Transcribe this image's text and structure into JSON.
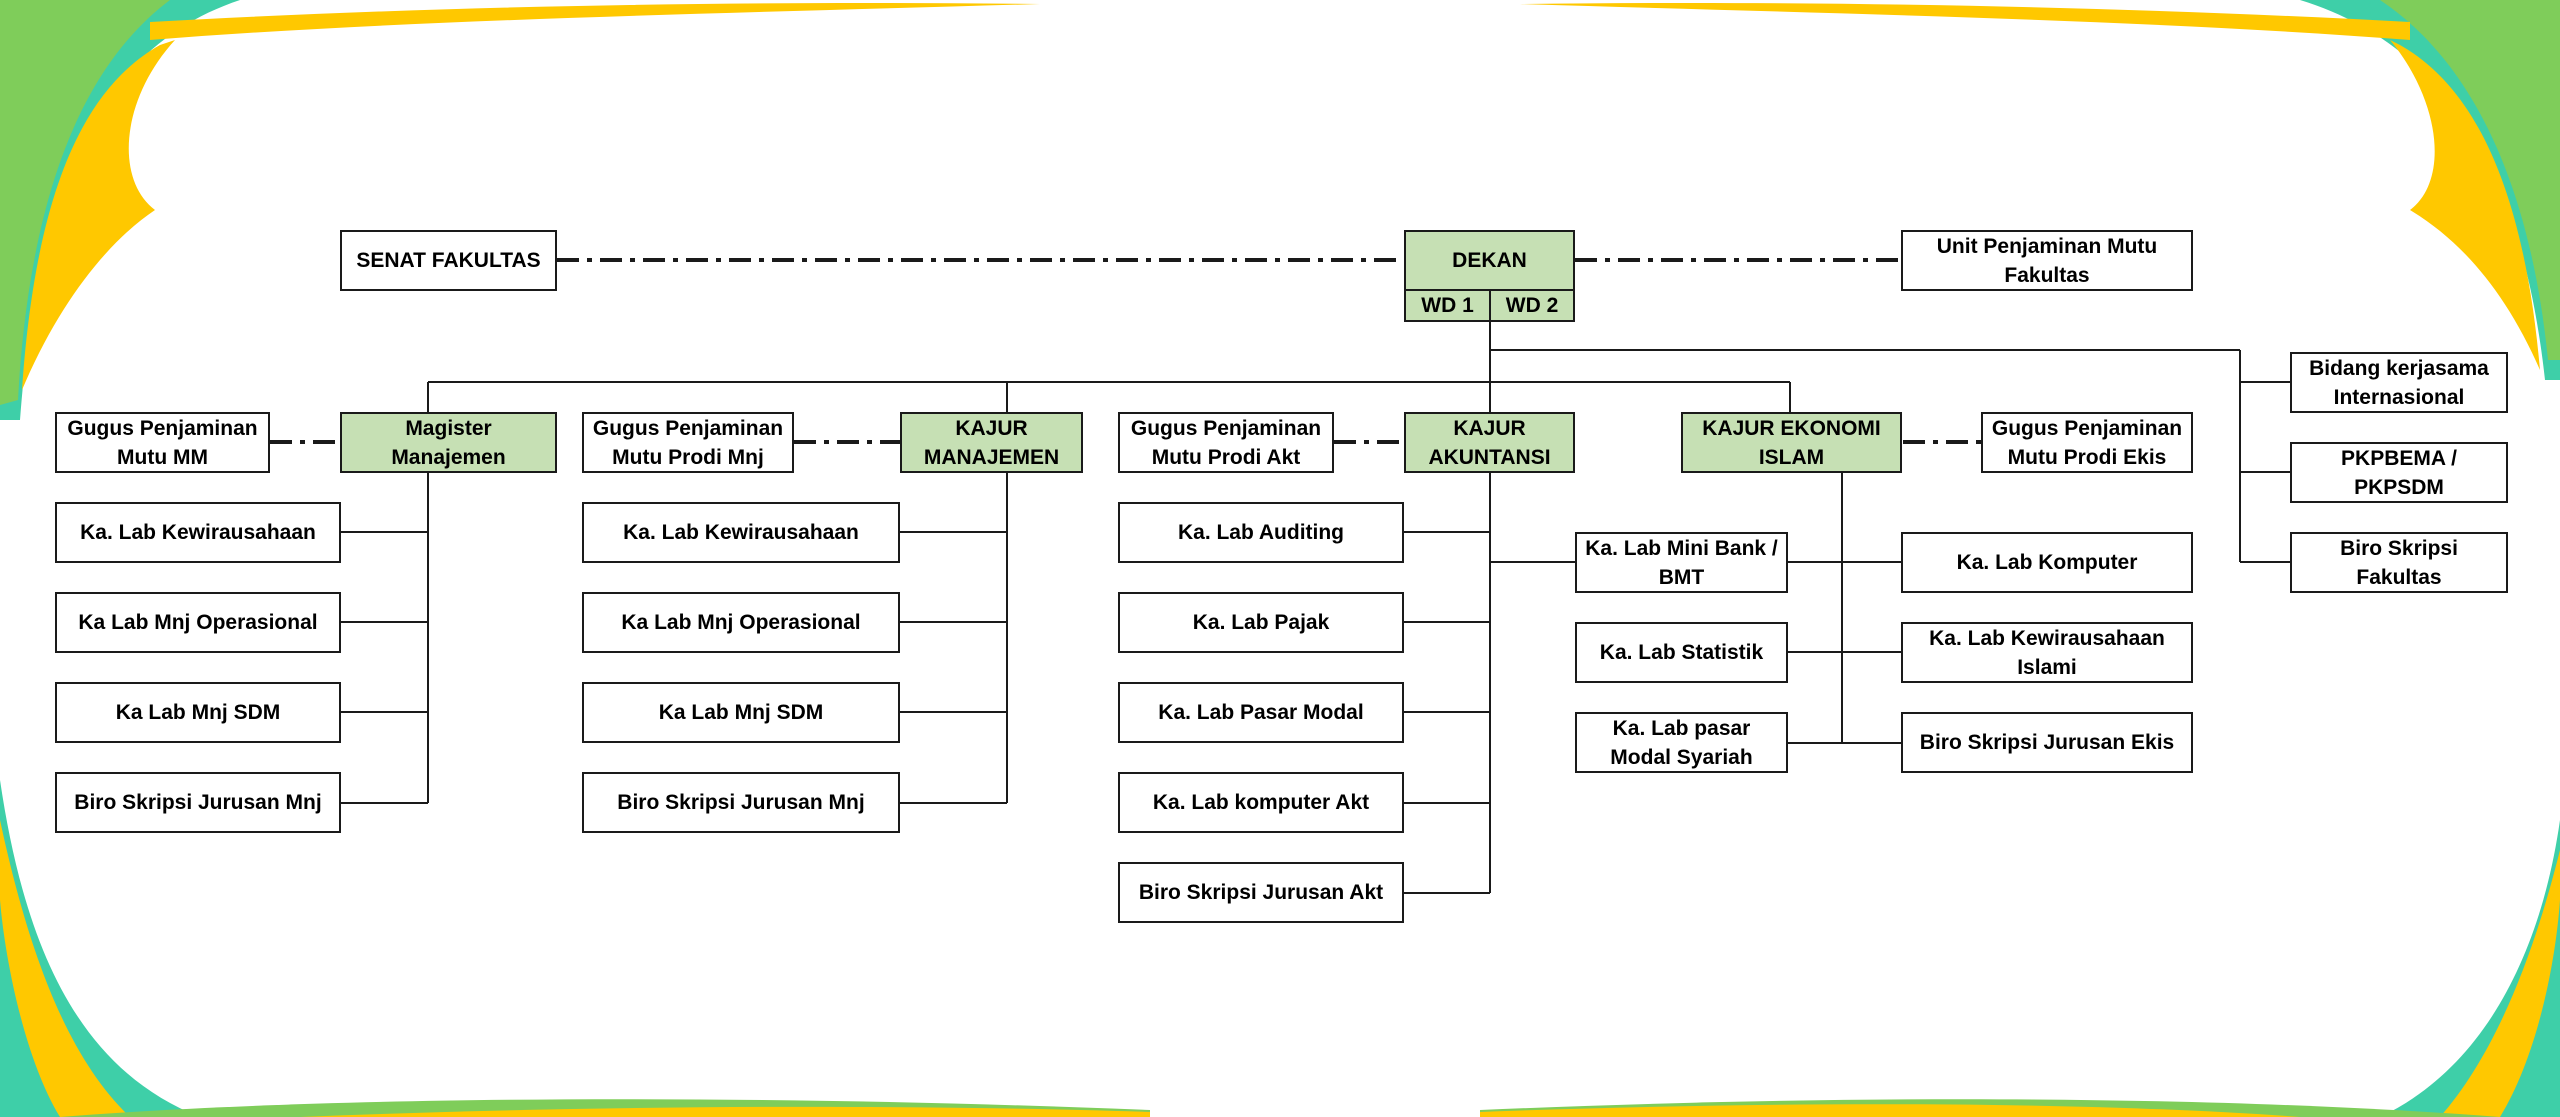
{
  "colors": {
    "accent_green": "#c6e0b4",
    "decor_yellow": "#ffc800",
    "decor_teal": "#3ecfa8",
    "decor_green": "#7fcd5a",
    "line": "#1a1a1a"
  },
  "chart": {
    "top": {
      "senat": "SENAT FAKULTAS",
      "dekan": "DEKAN",
      "wd1": "WD 1",
      "wd2": "WD 2",
      "upm": "Unit Penjaminan Mutu Fakultas"
    },
    "right_units": [
      "Bidang kerjasama Internasional",
      "PKPBEMA / PKPSDM",
      "Biro Skripsi Fakultas"
    ],
    "mm": {
      "head": "Magister Manajemen",
      "gugus": "Gugus Penjaminan Mutu MM",
      "labs": [
        "Ka. Lab Kewirausahaan",
        "Ka Lab Mnj Operasional",
        "Ka Lab Mnj SDM",
        "Biro Skripsi Jurusan Mnj"
      ]
    },
    "manajemen": {
      "head": "KAJUR MANAJEMEN",
      "gugus": "Gugus Penjaminan Mutu Prodi Mnj",
      "labs": [
        "Ka. Lab Kewirausahaan",
        "Ka Lab Mnj Operasional",
        "Ka Lab Mnj SDM",
        "Biro Skripsi Jurusan Mnj"
      ]
    },
    "akuntansi": {
      "head": "KAJUR AKUNTANSI",
      "gugus": "Gugus Penjaminan Mutu Prodi Akt",
      "labs": [
        "Ka. Lab Auditing",
        "Ka. Lab Pajak",
        "Ka. Lab Pasar Modal",
        "Ka. Lab komputer Akt",
        "Biro Skripsi Jurusan Akt"
      ]
    },
    "ekis": {
      "head": "KAJUR EKONOMI ISLAM",
      "gugus": "Gugus Penjaminan Mutu Prodi Ekis",
      "labs_left": [
        "Ka. Lab Mini Bank / BMT",
        "Ka. Lab Statistik",
        "Ka. Lab pasar Modal Syariah"
      ],
      "labs_right": [
        "Ka. Lab Komputer",
        "Ka. Lab Kewirausahaan Islami",
        "Biro Skripsi Jurusan Ekis"
      ]
    }
  }
}
